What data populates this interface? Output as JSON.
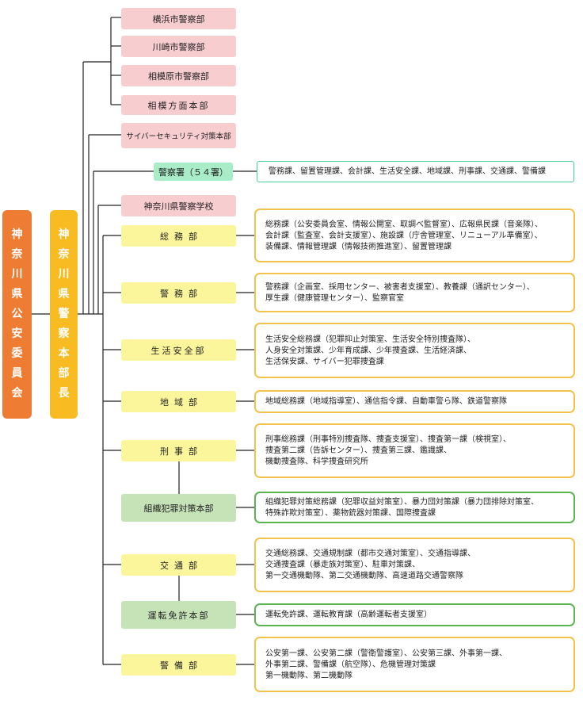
{
  "commission": "神奈川県公安委員会",
  "chief": "神奈川県警察本部長",
  "top_units": [
    "横浜市警察部",
    "川崎市警察部",
    "相模原市警察部",
    "相模方面本部",
    "サイバーセキュリティ対策本部"
  ],
  "stations": {
    "label": "警察署（５４署）",
    "desc": "警務課、留置管理課、会計課、生活安全課、地域課、刑事課、交通課、警備課"
  },
  "school": "神奈川県警察学校",
  "departments": [
    {
      "name": "総務部",
      "lines": [
        "総務課（公安委員会室、情報公開室、取調べ監督室）、広報県民課（音楽隊）、",
        "会計課（監査室、会計支援室）、施設課（庁舎管理室、リニューアル準備室）、",
        "装備課、情報管理課（情報技術推進室）、留置管理課"
      ]
    },
    {
      "name": "警務部",
      "lines": [
        "警務課（企画室、採用センター、被害者支援室）、教養課（通訳センター）、",
        "厚生課（健康管理センター）、監察官室"
      ]
    },
    {
      "name": "生活安全部",
      "lines": [
        "生活安全総務課（犯罪抑止対策室、生活安全特別捜査隊）、",
        "人身安全対策課、少年育成課、少年捜査課、生活経済課、",
        "生活保安課、サイバー犯罪捜査課"
      ]
    },
    {
      "name": "地域部",
      "lines": [
        "地域総務課（地域指導室）、通信指令課、自動車警ら隊、鉄道警察隊"
      ]
    },
    {
      "name": "刑事部",
      "lines": [
        "刑事総務課（刑事特別捜査隊、捜査支援室）、捜査第一課（検視室）、",
        "捜査第二課（告訴センター）、捜査第三課、鑑識課、",
        "機動捜査隊、科学捜査研究所"
      ]
    },
    {
      "name": "組織犯罪対策本部",
      "lines": [
        "組織犯罪対策総務課（犯罪収益対策室）、暴力団対策課（暴力団排除対策室、",
        "特殊詐欺対策室）、薬物銃器対策課、国際捜査課"
      ]
    },
    {
      "name": "交通部",
      "lines": [
        "交通総務課、交通規制課（都市交通対策室）、交通指導課、",
        "交通捜査課（暴走族対策室）、駐車対策課、",
        "第一交通機動隊、第二交通機動隊、高速道路交通警察隊"
      ]
    },
    {
      "name": "運転免許本部",
      "lines": [
        "運転免許課、運転教育課（高齢運転者支援室）"
      ]
    },
    {
      "name": "警備部",
      "lines": [
        "公安第一課、公安第二課（警衛警護室）、公安第三課、外事第一課、",
        "外事第二課、警備課（航空隊）、危機管理対策課",
        "第一機動隊、第二機動隊"
      ]
    }
  ]
}
